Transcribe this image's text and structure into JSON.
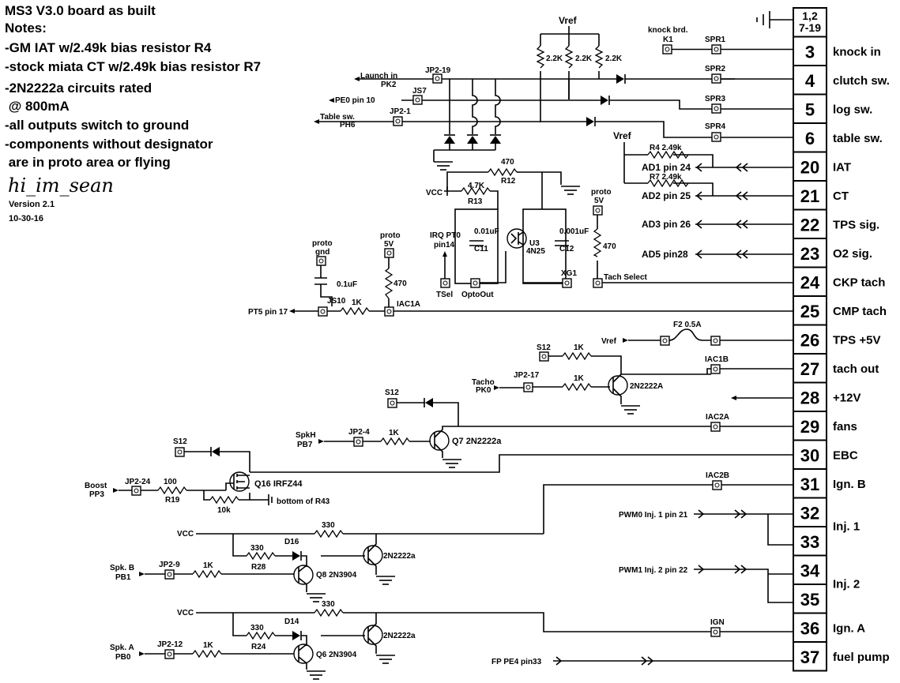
{
  "notes": {
    "title": "MS3 V3.0 board as built",
    "lines": [
      "Notes:",
      "-GM IAT w/2.49k bias resistor R4",
      "-stock miata CT w/2.49k bias resistor R7",
      "-2N2222a circuits rated",
      " @ 800mA",
      "-all outputs switch to ground",
      "-components without designator",
      " are in proto area or flying"
    ],
    "signature": "hi_im_sean",
    "version": "Version 2.1",
    "date": "10-30-16"
  },
  "connector": {
    "pins": [
      {
        "num": "1,2\n7-19",
        "label": ""
      },
      {
        "num": "3",
        "label": "knock in"
      },
      {
        "num": "4",
        "label": "clutch sw."
      },
      {
        "num": "5",
        "label": "log sw."
      },
      {
        "num": "6",
        "label": "table sw."
      },
      {
        "num": "20",
        "label": "IAT"
      },
      {
        "num": "21",
        "label": "CT"
      },
      {
        "num": "22",
        "label": "TPS sig."
      },
      {
        "num": "23",
        "label": "O2 sig."
      },
      {
        "num": "24",
        "label": "CKP tach"
      },
      {
        "num": "25",
        "label": "CMP tach"
      },
      {
        "num": "26",
        "label": "TPS +5V"
      },
      {
        "num": "27",
        "label": "tach out"
      },
      {
        "num": "28",
        "label": "+12V"
      },
      {
        "num": "29",
        "label": "fans"
      },
      {
        "num": "30",
        "label": "EBC"
      },
      {
        "num": "31",
        "label": "Ign. B"
      },
      {
        "num": "32",
        "label": "Inj. 1"
      },
      {
        "num": "33",
        "label": ""
      },
      {
        "num": "34",
        "label": "Inj. 2"
      },
      {
        "num": "35",
        "label": ""
      },
      {
        "num": "36",
        "label": "Ign. A"
      },
      {
        "num": "37",
        "label": "fuel pump"
      }
    ]
  },
  "labels": {
    "vref": "Vref",
    "knock_brd": "knock brd.",
    "k1": "K1",
    "spr1": "SPR1",
    "spr2": "SPR2",
    "spr3": "SPR3",
    "spr4": "SPR4",
    "r2k2": "2.2K",
    "launch_in": "Launch in",
    "pk2": "PK2",
    "jp2_19": "JP2-19",
    "js7": "JS7",
    "pe0": "PE0 pin 10",
    "table_sw": "Table sw.",
    "ph6": "PH6",
    "jp2_1": "JP2-1",
    "r4": "R4 2.49k",
    "ad1": "AD1 pin 24",
    "r7": "R7 2.49k",
    "ad2": "AD2 pin 25",
    "ad3": "AD3 pin 26",
    "ad5": "AD5 pin28",
    "r470": "470",
    "r12": "R12",
    "r47k": "4.7K",
    "r13": "R13",
    "vcc": "VCC",
    "c001": "0.01uF",
    "c11": "C11",
    "c0001": "0.001uF",
    "c12": "C12",
    "u3": "U3",
    "u3_part": "4N25",
    "proto": "proto",
    "v5": "5V",
    "gnd": "gnd",
    "irq": "IRQ PT0",
    "pin14": "pin14",
    "tsel": "TSel",
    "optoout": "OptoOut",
    "xg1": "XG1",
    "tach_select": "Tach Select",
    "c01": "0.1uF",
    "js10": "JS10",
    "r1k": "1K",
    "iac1a": "IAC1A",
    "pt5": "PT5 pin 17",
    "f2": "F2 0.5A",
    "s12": "S12",
    "iac1b": "IAC1B",
    "tacho": "Tacho",
    "pk0": "PK0",
    "jp2_17": "JP2-17",
    "q2n2222a": "2N2222A",
    "iac2a": "IAC2A",
    "spkh": "SpkH",
    "pb7": "PB7",
    "jp2_4": "JP2-4",
    "q7": "Q7 2N2222a",
    "boost": "Boost",
    "pp3": "PP3",
    "jp2_24": "JP2-24",
    "r100": "100",
    "r19": "R19",
    "r10k": "10k",
    "q16": "Q16 IRFZ44",
    "bottom_r43": "bottom of R43",
    "iac2b": "IAC2B",
    "pwm0": "PWM0 Inj. 1 pin 21",
    "pwm1": "PWM1 Inj. 2 pin 22",
    "r330": "330",
    "d16": "D16",
    "r28": "R28",
    "q8": "Q8 2N3904",
    "q2n2222a_lc": "2N2222a",
    "spkb": "Spk. B",
    "pb1": "PB1",
    "jp2_9": "JP2-9",
    "d14": "D14",
    "r24": "R24",
    "q6": "Q6 2N3904",
    "spka": "Spk. A",
    "pb0": "PB0",
    "jp2_12": "JP2-12",
    "ign": "IGN",
    "fp": "FP PE4 pin33"
  }
}
